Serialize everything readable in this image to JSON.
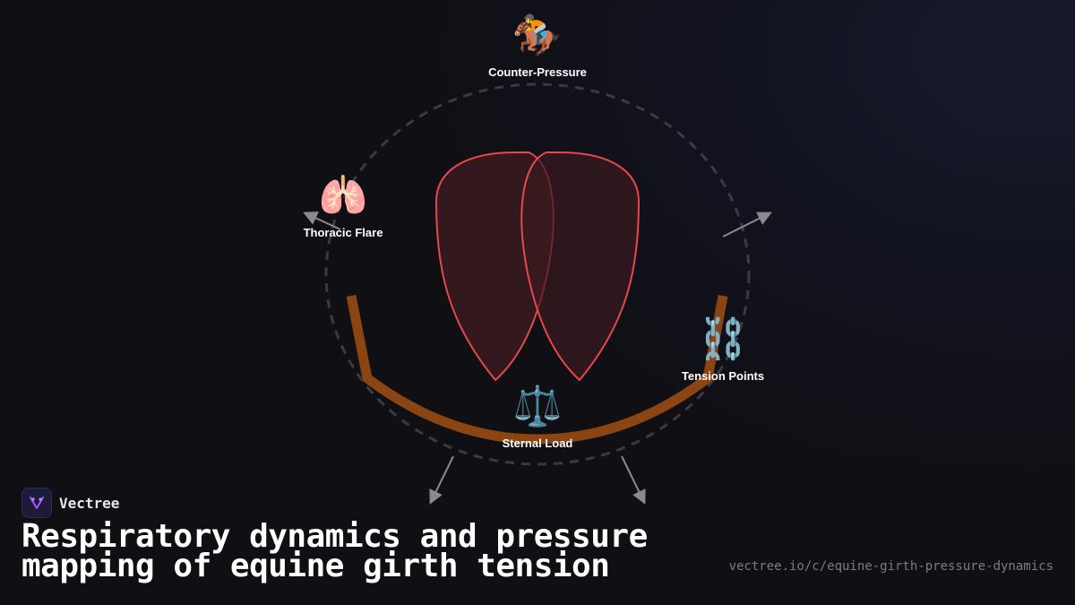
{
  "brand": {
    "name": "Vectree",
    "logo_icon": "v-logo-icon",
    "accent": "#a855f7"
  },
  "title": "Respiratory dynamics and pressure mapping of equine girth tension",
  "url": "vectree.io/c/equine-girth-pressure-dynamics",
  "diagram": {
    "nodes": [
      {
        "id": "counter-pressure",
        "label": "Counter-Pressure",
        "icon": "🏇",
        "icon_name": "horse-racing-icon"
      },
      {
        "id": "thoracic-flare",
        "label": "Thoracic Flare",
        "icon": "🫁",
        "icon_name": "lungs-icon"
      },
      {
        "id": "tension-points",
        "label": "Tension Points",
        "icon": "⛓️",
        "icon_name": "chains-icon"
      },
      {
        "id": "sternal-load",
        "label": "Sternal Load",
        "icon": "⚖️",
        "icon_name": "balance-scale-icon"
      }
    ],
    "colors": {
      "lung_stroke": "#e5484d",
      "lung_fill": "#4a1a20",
      "girth": "#8b4513",
      "ring": "#3a3a40",
      "arrow": "#8a8a8a"
    }
  }
}
